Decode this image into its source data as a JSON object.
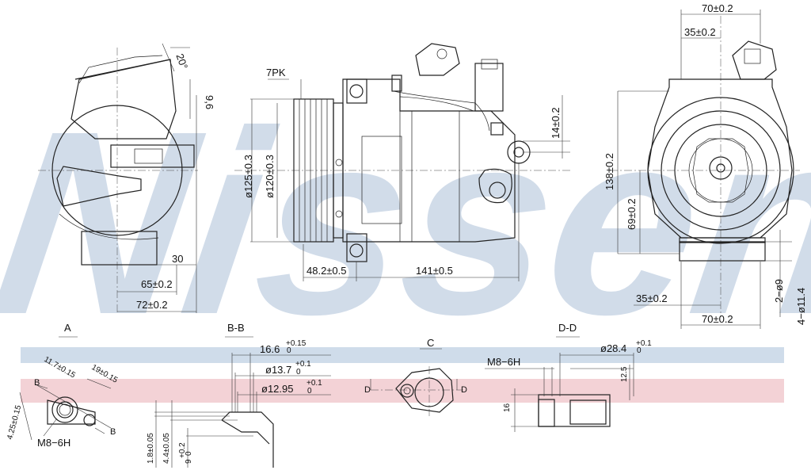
{
  "watermark": {
    "text": "Nissens",
    "color": "#c9d6e6"
  },
  "bands": {
    "blue": "#cfdcea",
    "pink": "#f3d2d6"
  },
  "left_view": {
    "angle": "20°",
    "offset": "9,6",
    "dim_30": "30",
    "dim_65": "65±0.2",
    "dim_72": "72±0.2"
  },
  "center_view": {
    "belt": "7PK",
    "dia_125": "ø125±0.3",
    "dia_120": "ø120±0.3",
    "dim_48": "48.2±0.5",
    "dim_141": "141±0.5",
    "dim_14": "14±0.2"
  },
  "right_view": {
    "dim_70_top": "70±0.2",
    "dim_35_top": "35±0.2",
    "dim_138": "138±0.2",
    "dim_69": "69±0.2",
    "dim_35_bottom": "35±0.2",
    "dim_70_bottom": "70±0.2",
    "holes_9": "2−ø9",
    "holes_114": "4−ø11.4"
  },
  "detail_a": {
    "label": "A",
    "dim_117": "11.7±0.15",
    "dim_19": "19±0.15",
    "dim_425": "4.25±0.15",
    "thread": "M8−6H",
    "b_mark": "B"
  },
  "detail_bb": {
    "label": "B-B",
    "dim_166": "16.6",
    "tol_166": "+0.15",
    "tol_166b": "0",
    "dim_137": "ø13.7",
    "tol_137": "+0.1",
    "tol_137b": "0",
    "dim_1295": "ø12.95",
    "tol_1295": "+0.1",
    "tol_1295b": "0",
    "dim_18": "1.8±0.05",
    "dim_44": "4.4±0.05",
    "dim_9": "9",
    "tol_9": "+0.2",
    "tol_9b": "0"
  },
  "detail_c": {
    "label": "C",
    "d_mark": "D"
  },
  "detail_dd": {
    "label": "D-D",
    "thread": "M8−6H",
    "dim_284": "ø28.4",
    "tol_284": "+0.1",
    "tol_284b": "0",
    "dim_125": "12.5",
    "dim_16": "16"
  }
}
